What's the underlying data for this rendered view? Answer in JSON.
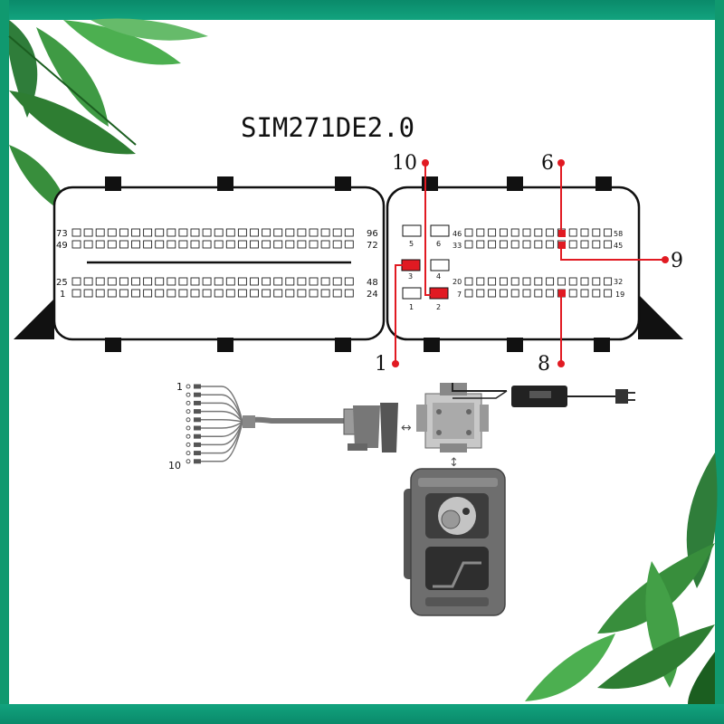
{
  "title": "SIM271DE2.0",
  "left_connector": {
    "pin_labels": [
      "73",
      "96",
      "49",
      "72",
      "25",
      "48",
      "1",
      "24"
    ]
  },
  "right_connector": {
    "small_pin_labels": [
      "5",
      "6",
      "3",
      "4",
      "1",
      "2"
    ],
    "row_end_labels": [
      "46",
      "58",
      "33",
      "45",
      "20",
      "32",
      "7",
      "19"
    ]
  },
  "callouts": [
    "10",
    "6",
    "9",
    "1",
    "8"
  ],
  "cable_wire_labels": [
    "1",
    "10"
  ],
  "colors": {
    "highlight": "#e11a22",
    "frame": "#10996f",
    "device_body": "#6e6e6e",
    "leaf": "#2f7d3a"
  },
  "icons": [
    "leaf-decoration-icon",
    "ecu-connector-icon",
    "db15-cable-icon",
    "adapter-box-icon",
    "power-supply-icon",
    "programmer-device-icon"
  ]
}
